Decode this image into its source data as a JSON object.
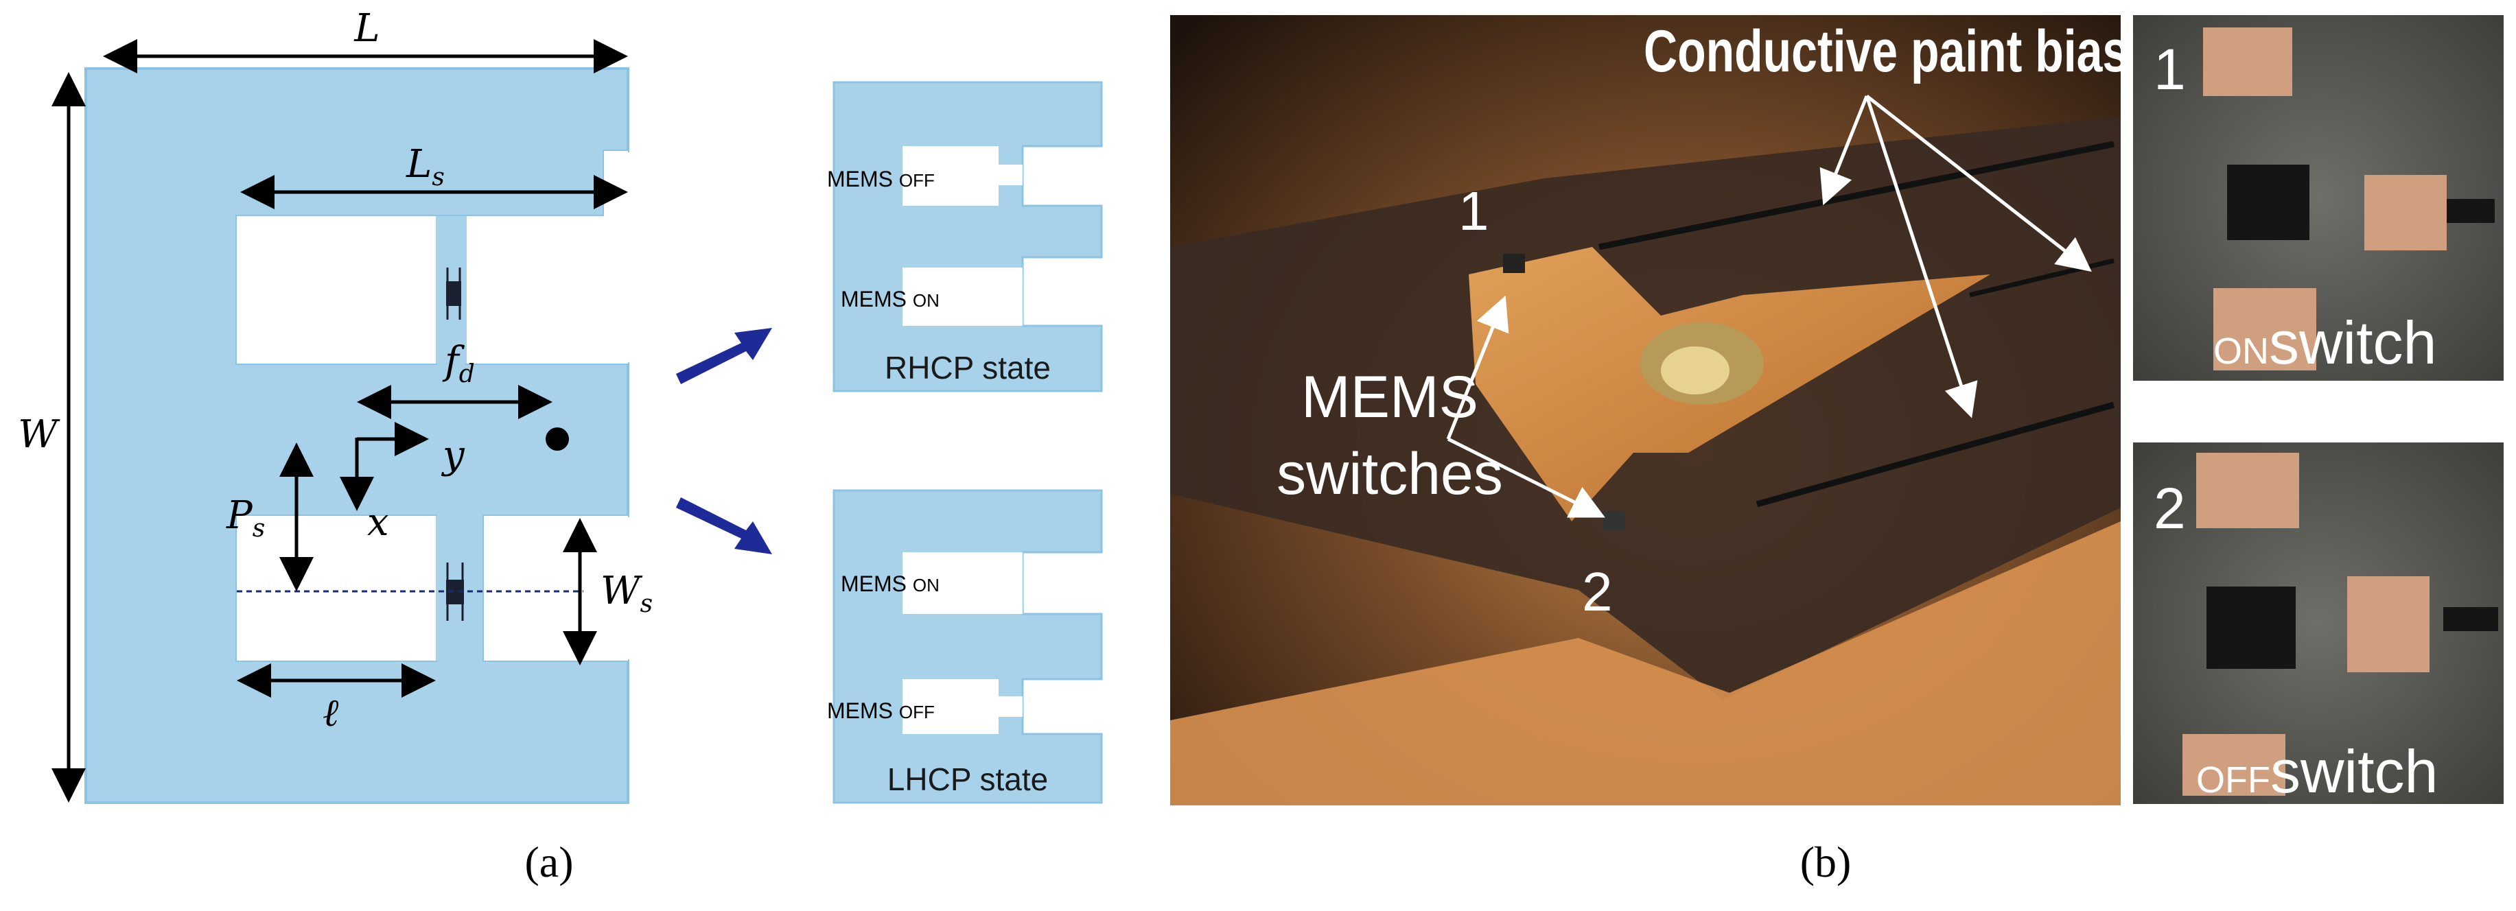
{
  "colors": {
    "patch": "#a8d2ea",
    "patch_edge": "#7fbbdc",
    "arrow": "#1f2a99",
    "photo_bg": "#2a1a10",
    "copper": "#d88a3a"
  },
  "panel_a": {
    "labels": {
      "L": "L",
      "Ls": "L",
      "Ls_sub": "s",
      "W": "W",
      "fd": "f",
      "fd_sub": "d",
      "y": "y",
      "x": "x",
      "Ps": "P",
      "Ps_sub": "s",
      "Ws": "W",
      "Ws_sub": "s",
      "ell": "ℓ"
    },
    "rhcp": {
      "top_switch_label": "MEMS",
      "top_switch_state": "OFF",
      "bottom_switch_label": "MEMS",
      "bottom_switch_state": "ON",
      "state_label": "RHCP state"
    },
    "lhcp": {
      "top_switch_label": "MEMS",
      "top_switch_state": "ON",
      "bottom_switch_label": "MEMS",
      "bottom_switch_state": "OFF",
      "state_label": "LHCP state"
    },
    "caption": "(a)"
  },
  "panel_b": {
    "bias_lines_label": "Conductive paint bias lines",
    "mems_label_line1": "MEMS",
    "mems_label_line2": "switches",
    "marker_1": "1",
    "marker_2": "2",
    "inset_top": {
      "number": "1",
      "state": "ON",
      "word": "switch"
    },
    "inset_bottom": {
      "number": "2",
      "state": "OFF",
      "word": "switch"
    },
    "caption": "(b)"
  }
}
